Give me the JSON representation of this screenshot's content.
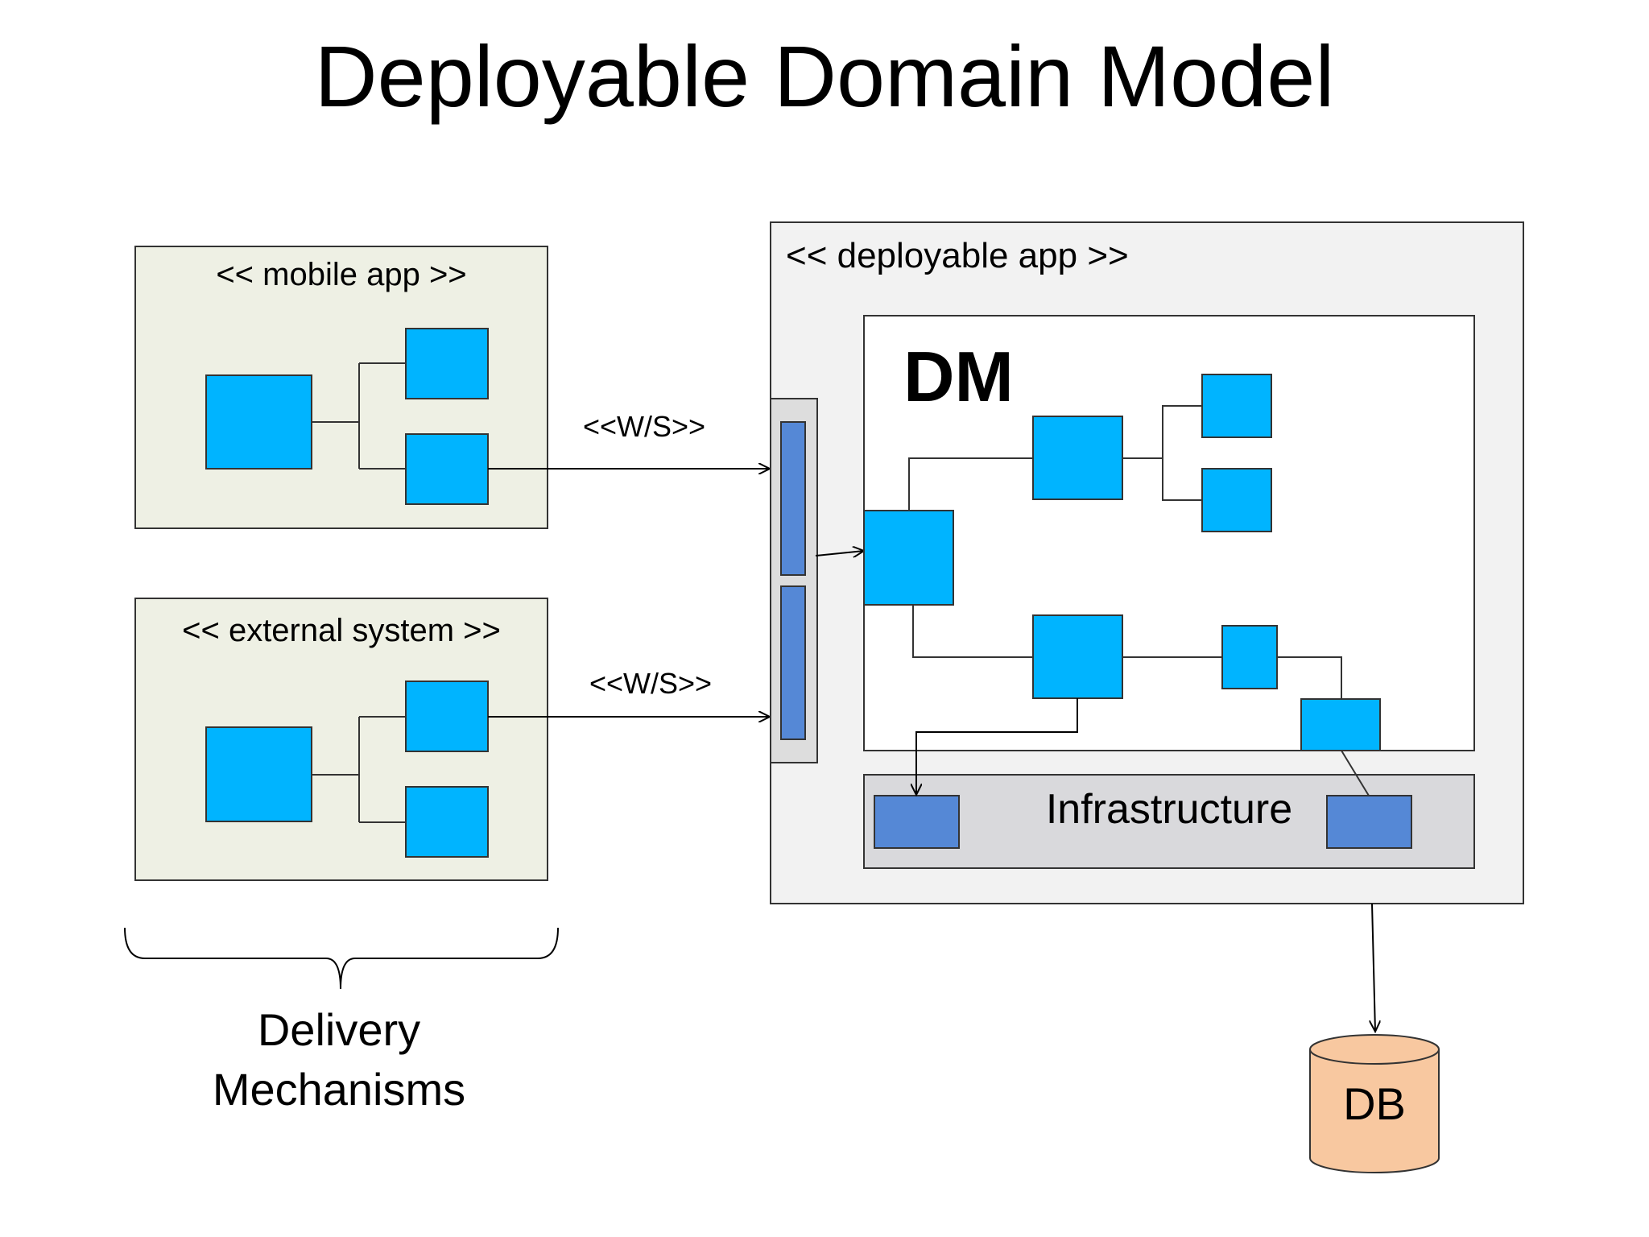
{
  "title": "Deployable Domain Model",
  "mobile_app": {
    "label": "<< mobile app >>"
  },
  "external_system": {
    "label": "<< external system >>"
  },
  "connections": {
    "mobile_ws": "<<W/S>>",
    "external_ws": "<<W/S>>"
  },
  "deployable_app": {
    "label": "<< deployable app >>",
    "domain_model": {
      "label": "DM"
    },
    "infrastructure": {
      "label": "Infrastructure"
    }
  },
  "delivery_mechanisms": {
    "line1": "Delivery",
    "line2": "Mechanisms"
  },
  "database": {
    "label": "DB"
  },
  "colors": {
    "component": "#00B4FF",
    "adapter": "#5588D6",
    "delivery_box": "#EEF0E4",
    "deployable_box": "#F2F2F2",
    "gateway": "#DDDDDD",
    "infrastructure_box": "#D9D9DC",
    "database": "#F8C8A0"
  }
}
